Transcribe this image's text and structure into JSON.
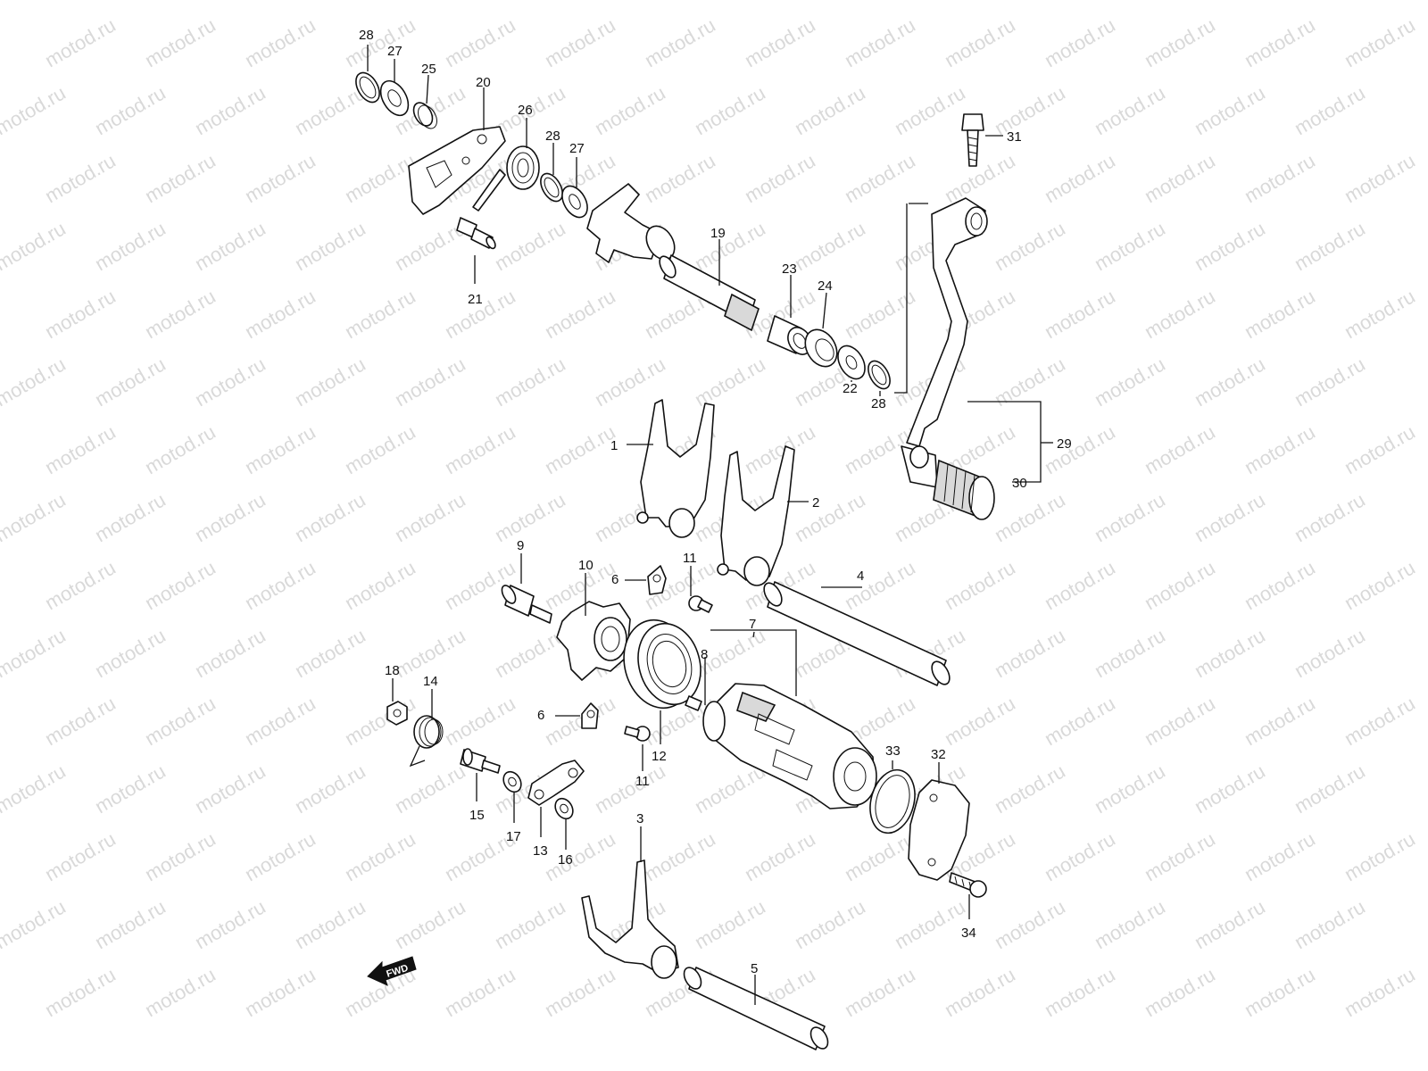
{
  "watermark": "motod.ru",
  "fwd_label": "FWD",
  "callouts": [
    "1",
    "2",
    "3",
    "4",
    "5",
    "6",
    "7",
    "8",
    "9",
    "10",
    "11",
    "12",
    "13",
    "14",
    "15",
    "16",
    "17",
    "18",
    "19",
    "20",
    "21",
    "22",
    "23",
    "24",
    "25",
    "26",
    "27",
    "28",
    "29",
    "30",
    "31",
    "32",
    "33",
    "34"
  ],
  "colors": {
    "line": "#111111",
    "watermark": "#d9d9d9",
    "shade": "#d9d9d9"
  }
}
